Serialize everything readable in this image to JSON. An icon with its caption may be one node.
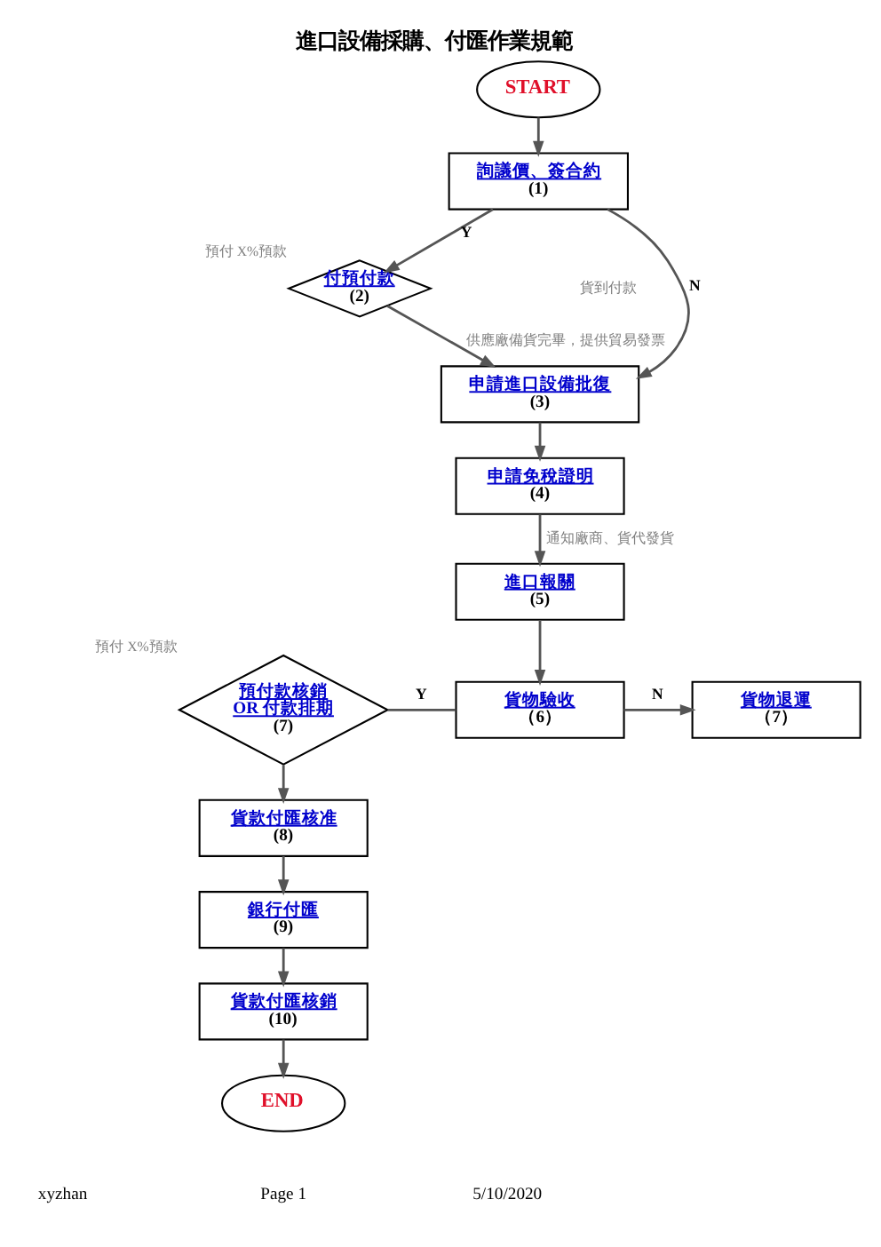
{
  "diagram": {
    "title": "進口設備採購、付匯作業規範",
    "nodes": [
      {
        "text": [
          "START"
        ]
      },
      {
        "text": [
          "詢議價、簽合約",
          "(1)"
        ]
      },
      {
        "text": [
          "付預付款",
          "(2)"
        ],
        "beside": [
          "預付 X%預款"
        ]
      },
      {
        "text": [
          "申請進口設備批復",
          "(3)"
        ]
      },
      {
        "text": [
          "申請免稅證明",
          "(4)"
        ]
      },
      {
        "text": [
          "進口報關",
          "(5)"
        ]
      },
      {
        "text": [
          "貨物驗收",
          "（6）"
        ]
      },
      {
        "text": [
          "預付款核銷 OR 付款排期",
          "(7)"
        ],
        "beside": [
          "預付 X%預款"
        ]
      },
      {
        "text": [
          "貨物退運",
          "（7）"
        ]
      },
      {
        "text": [
          "貨款付匯核准",
          "(8)"
        ]
      },
      {
        "text": [
          "銀行付匯",
          "(9)"
        ]
      },
      {
        "text": [
          "貨款付匯核銷",
          "(10)"
        ]
      },
      {
        "text": [
          "END"
        ]
      }
    ],
    "edges": [
      {
        "from": 0,
        "to": 1,
        "arrow": "to"
      },
      {
        "from": 1,
        "to": 2,
        "arrow": "to",
        "label": "Y"
      },
      {
        "from": 1,
        "to": 3,
        "arrow": "to",
        "label": "N"
      },
      {
        "from": 2,
        "to": 3,
        "arrow": "to",
        "label": "供應廠備貨完畢，提供貿易發票"
      },
      {
        "from": 3,
        "to": 4,
        "arrow": "to"
      },
      {
        "from": 4,
        "to": 5,
        "arrow": "to",
        "label": "通知廠商、貨代發貨"
      },
      {
        "from": 5,
        "to": 6,
        "arrow": "to"
      },
      {
        "from": 6,
        "to": 7,
        "arrow": "none",
        "label": "Y"
      },
      {
        "from": 6,
        "to": 8,
        "arrow": "to",
        "label": "N"
      },
      {
        "from": 7,
        "to": 9,
        "arrow": "to"
      },
      {
        "from": 9,
        "to": 10,
        "arrow": "to"
      },
      {
        "from": 10,
        "to": 11,
        "arrow": "to"
      },
      {
        "from": 11,
        "to": 12,
        "arrow": "to"
      }
    ],
    "labels": [
      "貨到付款",
      "xyzhan",
      "Page 1",
      "5/10/2020"
    ]
  }
}
